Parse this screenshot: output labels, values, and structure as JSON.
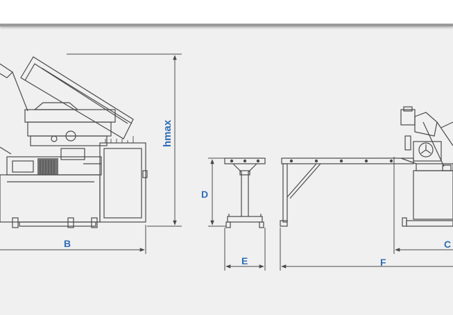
{
  "colors": {
    "background": "#f0f0f0",
    "line": "#4a4a4a",
    "dimension_label": "#2f6db5"
  },
  "dimensions": {
    "hmax": "hmax",
    "B": "B",
    "D": "D",
    "E": "E",
    "F": "F",
    "C": "C"
  }
}
